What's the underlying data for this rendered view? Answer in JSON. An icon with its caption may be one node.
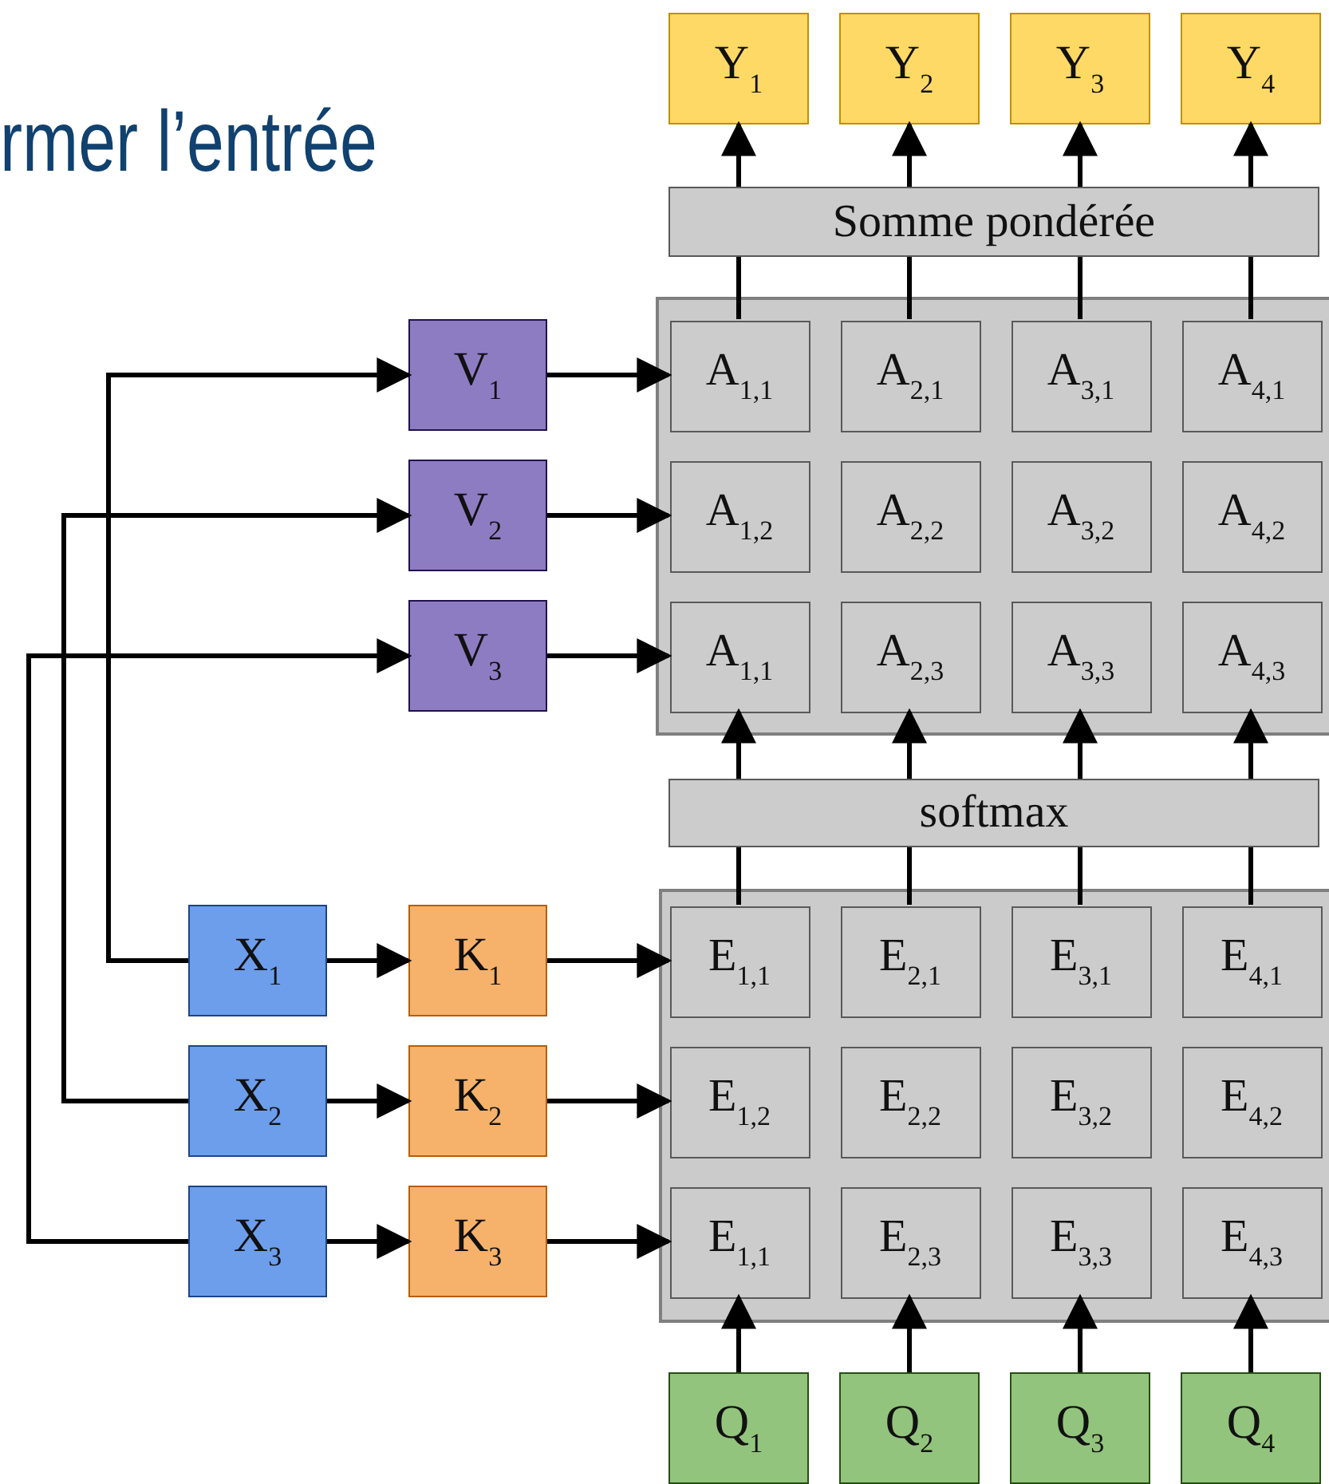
{
  "diagram": {
    "title": "rmer l’entrée",
    "nodes": [
      {
        "text": [
          "Y$_{1}$"
        ]
      },
      {
        "text": [
          "Y$_{2}$"
        ]
      },
      {
        "text": [
          "Y$_{3}$"
        ]
      },
      {
        "text": [
          "Y$_{4}$"
        ]
      },
      {
        "text": [
          "Somme pondérée"
        ]
      },
      {
        "text": [],
        "shape": "box"
      },
      {
        "text": [
          "A$_{1,1}$"
        ],
        "in": 5
      },
      {
        "text": [
          "A$_{2,1}$"
        ],
        "in": 5
      },
      {
        "text": [
          "A$_{3,1}$"
        ],
        "in": 5
      },
      {
        "text": [
          "A$_{4,1}$"
        ],
        "in": 5
      },
      {
        "text": [
          "A$_{1,2}$"
        ],
        "in": 5
      },
      {
        "text": [
          "A$_{2,2}$"
        ],
        "in": 5
      },
      {
        "text": [
          "A$_{3,2}$"
        ],
        "in": 5
      },
      {
        "text": [
          "A$_{4,2}$"
        ],
        "in": 5
      },
      {
        "text": [
          "A$_{1,1}$"
        ],
        "in": 5
      },
      {
        "text": [
          "A$_{2,3}$"
        ],
        "in": 5
      },
      {
        "text": [
          "A$_{3,3}$"
        ],
        "in": 5
      },
      {
        "text": [
          "A$_{4,3}$"
        ],
        "in": 5
      },
      {
        "text": [
          "V$_{1}$"
        ]
      },
      {
        "text": [
          "V$_{2}$"
        ]
      },
      {
        "text": [
          "V$_{3}$"
        ]
      },
      {
        "text": [
          "softmax"
        ]
      },
      {
        "text": [],
        "shape": "box"
      },
      {
        "text": [
          "E$_{1,1}$"
        ],
        "in": 22
      },
      {
        "text": [
          "E$_{2,1}$"
        ],
        "in": 22
      },
      {
        "text": [
          "E$_{3,1}$"
        ],
        "in": 22
      },
      {
        "text": [
          "E$_{4,1}$"
        ],
        "in": 22
      },
      {
        "text": [
          "E$_{1,2}$"
        ],
        "in": 22
      },
      {
        "text": [
          "E$_{2,2}$"
        ],
        "in": 22
      },
      {
        "text": [
          "E$_{3,2}$"
        ],
        "in": 22
      },
      {
        "text": [
          "E$_{4,2}$"
        ],
        "in": 22
      },
      {
        "text": [
          "E$_{1,1}$"
        ],
        "in": 22
      },
      {
        "text": [
          "E$_{2,3}$"
        ],
        "in": 22
      },
      {
        "text": [
          "E$_{3,3}$"
        ],
        "in": 22
      },
      {
        "text": [
          "E$_{4,3}$"
        ],
        "in": 22
      },
      {
        "text": [
          "X$_{1}$"
        ]
      },
      {
        "text": [
          "X$_{2}$"
        ]
      },
      {
        "text": [
          "X$_{3}$"
        ]
      },
      {
        "text": [
          "K$_{1}$"
        ]
      },
      {
        "text": [
          "K$_{2}$"
        ]
      },
      {
        "text": [
          "K$_{3}$"
        ]
      },
      {
        "text": [
          "Q$_{1}$"
        ]
      },
      {
        "text": [
          "Q$_{2}$"
        ]
      },
      {
        "text": [
          "Q$_{3}$"
        ]
      },
      {
        "text": [
          "Q$_{4}$"
        ]
      }
    ],
    "edges": [
      {
        "from": 4,
        "to": 0,
        "arrow": "to"
      },
      {
        "from": 4,
        "to": 1,
        "arrow": "to"
      },
      {
        "from": 4,
        "to": 2,
        "arrow": "to"
      },
      {
        "from": 4,
        "to": 3,
        "arrow": "to"
      },
      {
        "from": 6,
        "to": 4,
        "arrow": "none"
      },
      {
        "from": 7,
        "to": 4,
        "arrow": "none"
      },
      {
        "from": 8,
        "to": 4,
        "arrow": "none"
      },
      {
        "from": 9,
        "to": 4,
        "arrow": "none"
      },
      {
        "from": 21,
        "to": 14,
        "arrow": "to"
      },
      {
        "from": 21,
        "to": 15,
        "arrow": "to"
      },
      {
        "from": 21,
        "to": 16,
        "arrow": "to"
      },
      {
        "from": 21,
        "to": 17,
        "arrow": "to"
      },
      {
        "from": 23,
        "to": 21,
        "arrow": "none"
      },
      {
        "from": 24,
        "to": 21,
        "arrow": "none"
      },
      {
        "from": 25,
        "to": 21,
        "arrow": "none"
      },
      {
        "from": 26,
        "to": 21,
        "arrow": "none"
      },
      {
        "from": 41,
        "to": 31,
        "arrow": "to"
      },
      {
        "from": 42,
        "to": 32,
        "arrow": "to"
      },
      {
        "from": 43,
        "to": 33,
        "arrow": "to"
      },
      {
        "from": 44,
        "to": 34,
        "arrow": "to"
      },
      {
        "from": 18,
        "to": 6,
        "arrow": "to"
      },
      {
        "from": 19,
        "to": 10,
        "arrow": "to"
      },
      {
        "from": 20,
        "to": 14,
        "arrow": "to"
      },
      {
        "from": 38,
        "to": 23,
        "arrow": "to"
      },
      {
        "from": 39,
        "to": 27,
        "arrow": "to"
      },
      {
        "from": 40,
        "to": 31,
        "arrow": "to"
      },
      {
        "from": 35,
        "to": 38,
        "arrow": "to"
      },
      {
        "from": 36,
        "to": 39,
        "arrow": "to"
      },
      {
        "from": 37,
        "to": 40,
        "arrow": "to"
      },
      {
        "from": 35,
        "to": 18,
        "arrow": "to"
      },
      {
        "from": 36,
        "to": 19,
        "arrow": "to"
      },
      {
        "from": 37,
        "to": 20,
        "arrow": "to"
      }
    ]
  }
}
